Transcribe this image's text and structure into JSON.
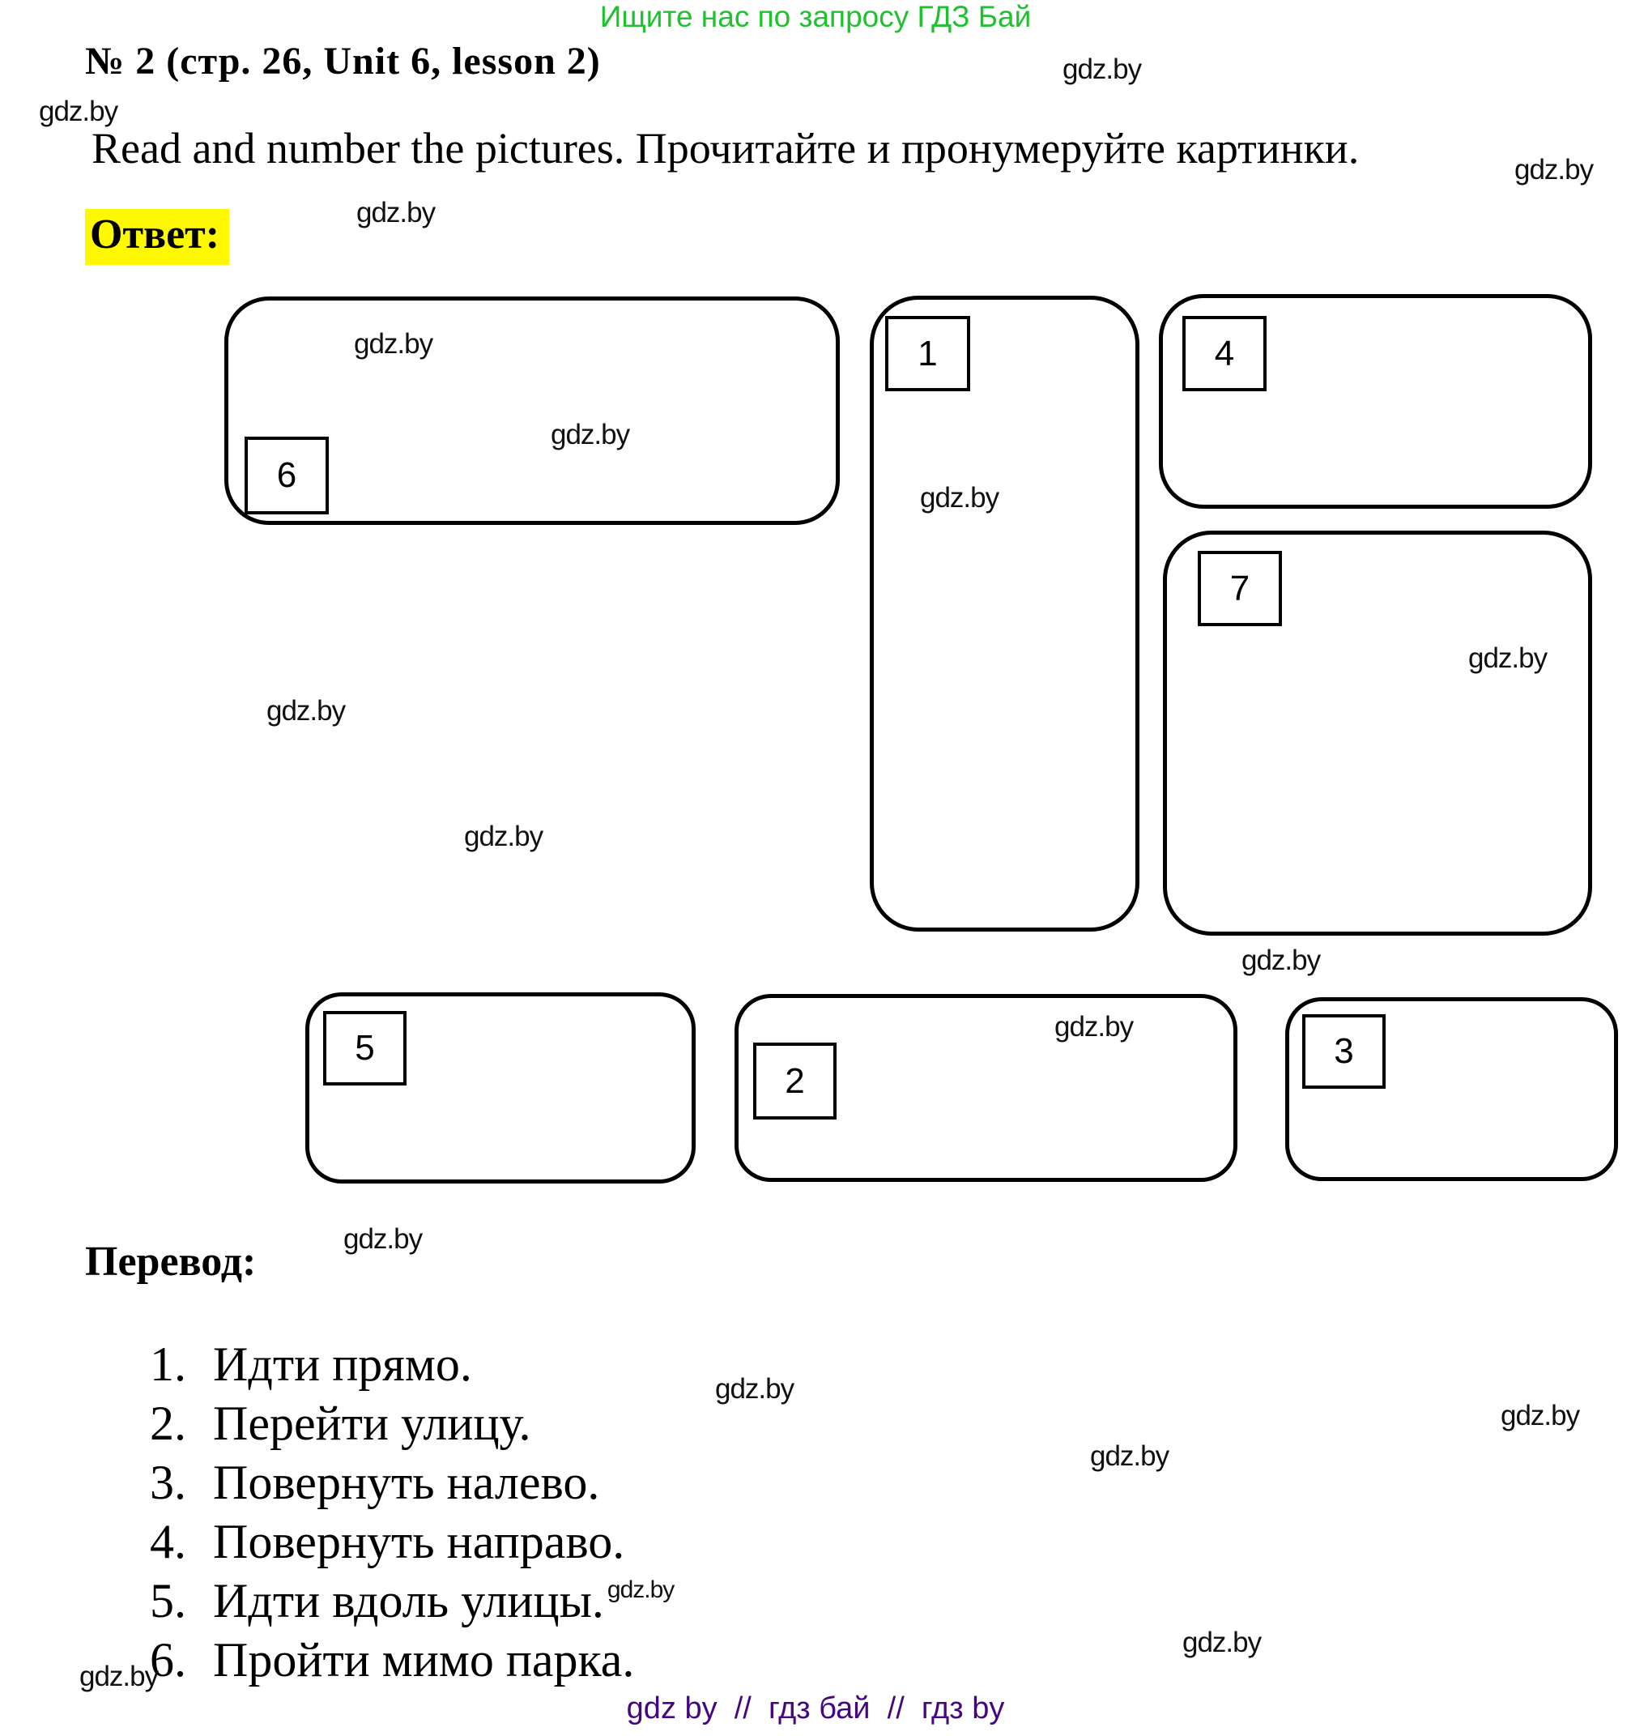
{
  "banner": {
    "text": "Ищите нас по запросу ГДЗ Бай",
    "color": "#1fc12e"
  },
  "title": "№ 2 (стр. 26, Unit 6, lesson 2)",
  "instruction": "Read and number the pictures. Прочитайте и пронумеруйте картинки.",
  "answer_label": "Ответ:",
  "answer_highlight_color": "#fff900",
  "watermark": "gdz.by",
  "boxes": [
    {
      "number": "6"
    },
    {
      "number": "1"
    },
    {
      "number": "4"
    },
    {
      "number": "7"
    },
    {
      "number": "5"
    },
    {
      "number": "2"
    },
    {
      "number": "3"
    }
  ],
  "translation_label": "Перевод:",
  "translation_items": [
    {
      "num": "1.",
      "text": "Идти прямо."
    },
    {
      "num": "2.",
      "text": "Перейти улицу."
    },
    {
      "num": "3.",
      "text": "Повернуть налево."
    },
    {
      "num": "4.",
      "text": "Повернуть направо."
    },
    {
      "num": "5.",
      "text": "Идти вдоль улицы."
    },
    {
      "num": "6.",
      "text": "Пройти мимо парка."
    }
  ],
  "footer": {
    "text": "gdz by  //  гдз бай  //  гдз by",
    "color": "#430880"
  }
}
